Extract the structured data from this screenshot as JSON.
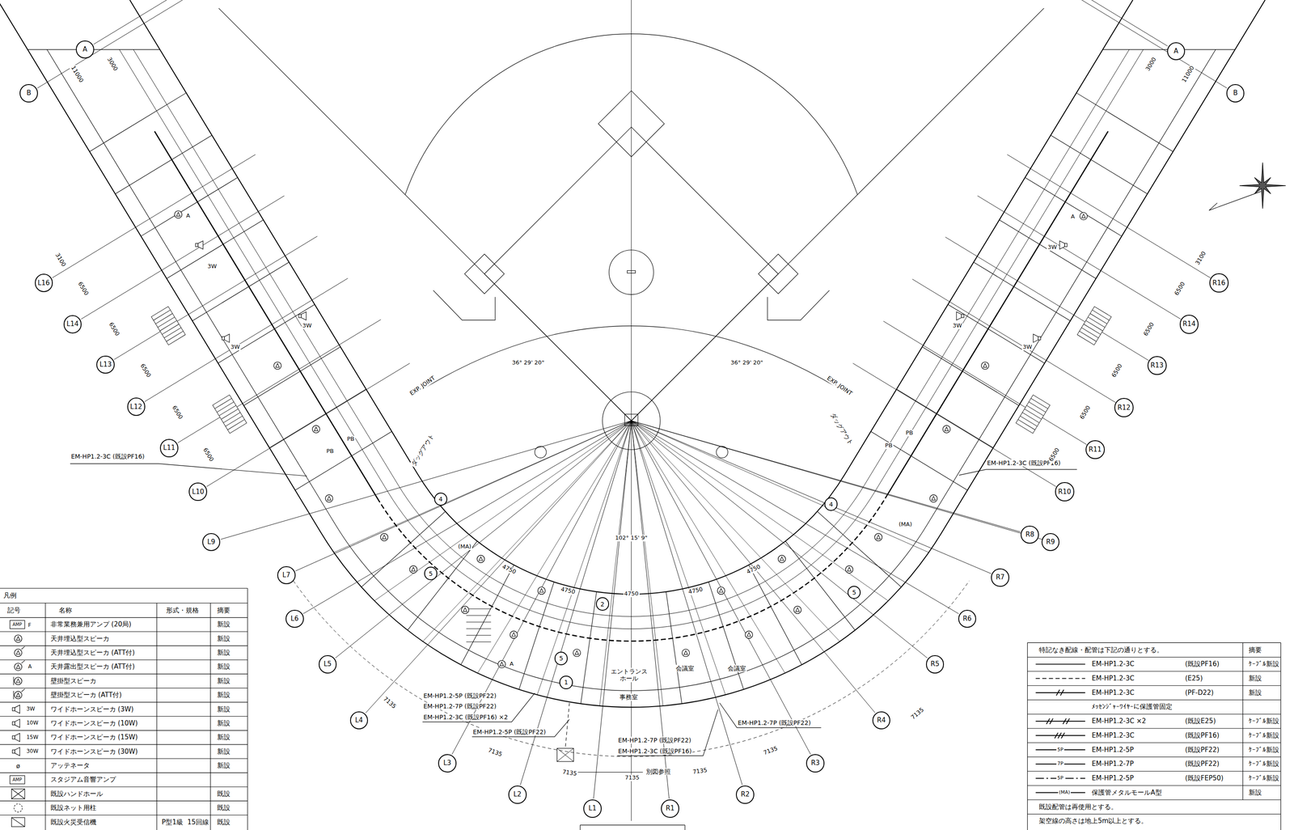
{
  "diagram": {
    "nodes": [
      {
        "text": [
          "A"
        ]
      },
      {
        "text": [
          "A"
        ]
      },
      {
        "text": [
          "B"
        ]
      },
      {
        "text": [
          "B"
        ]
      },
      {
        "text": [
          "L16"
        ]
      },
      {
        "text": [
          "R16"
        ]
      },
      {
        "text": [
          "L14"
        ]
      },
      {
        "text": [
          "R14"
        ]
      },
      {
        "text": [
          "L13"
        ]
      },
      {
        "text": [
          "R13"
        ]
      },
      {
        "text": [
          "L12"
        ]
      },
      {
        "text": [
          "R12"
        ]
      },
      {
        "text": [
          "L11"
        ]
      },
      {
        "text": [
          "R11"
        ]
      },
      {
        "text": [
          "L10"
        ]
      },
      {
        "text": [
          "R10"
        ]
      },
      {
        "text": [
          "4"
        ]
      },
      {
        "text": [
          "4"
        ]
      },
      {
        "text": [
          "R8"
        ]
      },
      {
        "text": [
          "L9"
        ]
      },
      {
        "text": [
          "R9"
        ]
      },
      {
        "text": [
          "5"
        ]
      },
      {
        "text": [
          "L7"
        ]
      },
      {
        "text": [
          "R7"
        ]
      },
      {
        "text": [
          "5"
        ]
      },
      {
        "text": [
          "2"
        ]
      },
      {
        "text": [
          "L6"
        ]
      },
      {
        "text": [
          "R6"
        ]
      },
      {
        "text": [
          "5"
        ]
      },
      {
        "text": [
          "L5"
        ]
      },
      {
        "text": [
          "R5"
        ]
      },
      {
        "text": [
          "1"
        ]
      },
      {
        "text": [
          "L4"
        ]
      },
      {
        "text": [
          "R4"
        ]
      },
      {
        "text": [
          "L3"
        ]
      },
      {
        "text": [
          "R3"
        ]
      },
      {
        "text": [
          "L2"
        ]
      },
      {
        "text": [
          "R2"
        ]
      },
      {
        "text": [
          "L1"
        ]
      },
      {
        "text": [
          "R1"
        ]
      }
    ],
    "labels": [
      "EM-HP1.2-3C (既設PF16)",
      "EM-HP1.2-3C (既設PF16)",
      "EM-HP1.2-5P (既設PF22)",
      "EM-HP1.2-7P (既設PF22)",
      "EM-HP1.2-3C (既設PF16) ×2",
      "EM-HP1.2-5P (既設PF22)",
      "EM-HP1.2-7P (既設PF22)",
      "EM-HP1.2-3C (既設PF16)",
      "EM-HP1.2-7P (既設PF22)",
      "別図参照",
      "エントランス ホール",
      "事務室",
      "会議室",
      "会議室",
      "ダッグアウト",
      "ダッグアウト",
      "EXP. JOINT",
      "EXP. JOINT",
      "36° 29' 20\"",
      "36° 29' 20\"",
      "102° 15' 9\"",
      "PB",
      "PB",
      "PB",
      "PB",
      "(MA)",
      "(MA)",
      "3W",
      "3W",
      "3W",
      "3W",
      "3W",
      "3W",
      "A",
      "A",
      "A",
      "4750",
      "4750",
      "4750",
      "4750",
      "4750",
      "7135",
      "7135",
      "7135",
      "7135",
      "7135",
      "7135",
      "7135",
      "3000",
      "3000",
      "11000",
      "11000",
      "3100",
      "3100",
      "6500",
      "6500",
      "6500",
      "6500",
      "6500",
      "6500",
      "6500",
      "6500",
      "6500",
      "6500",
      "凡例",
      "記号",
      "名称",
      "形式・規格",
      "摘要",
      "AMP",
      "F",
      "A",
      "3W",
      "10W",
      "15W",
      "30W",
      "ø",
      "AMP",
      "新設",
      "新設",
      "新設",
      "新設",
      "新設",
      "新設",
      "新設",
      "新設",
      "新設",
      "新設",
      "新設",
      "既設",
      "既設",
      "既設",
      "P型1級",
      "15回線",
      "特記なき配線・配管は下記の通りとする。",
      "摘要",
      "EM-HP1.2-3C",
      "(既設PF16)",
      "ｹｰﾌﾞﾙ新設",
      "EM-HP1.2-3C",
      "(E25)",
      "新設",
      "EM-HP1.2-3C",
      "(PF-D22)",
      "新設",
      "ﾒｯｾﾝｼﾞｬｰﾜｲﾔｰに保護管固定",
      "EM-HP1.2-3C ×2",
      "(既設E25)",
      "ｹｰﾌﾞﾙ新設",
      "EM-HP1.2-3C",
      "(既設PF16)",
      "ｹｰﾌﾞﾙ新設",
      "5P",
      "EM-HP1.2-5P",
      "(既設PF22)",
      "ｹｰﾌﾞﾙ新設",
      "7P",
      "EM-HP1.2-7P",
      "(既設PF22)",
      "ｹｰﾌﾞﾙ新設",
      "5P",
      "EM-HP1.2-5P",
      "(既設FEP50)",
      "ｹｰﾌﾞﾙ新設",
      "(MA)",
      "保護管メタルモールA型",
      "新設",
      "既設配管は再使用とする。",
      "架空線の高さは地上5m以上とする。"
    ],
    "legend": [
      {
        "text": "非常業務兼用アンプ (20局)"
      },
      {
        "text": "天井埋込型スピーカ"
      },
      {
        "text": "天井埋込型スピーカ (ATT付)"
      },
      {
        "text": "天井露出型スピーカ (ATT付)"
      },
      {
        "text": "壁掛型スピーカ"
      },
      {
        "text": "壁掛型スピーカ (ATT付)"
      },
      {
        "text": "ワイドホーンスピーカ (3W)"
      },
      {
        "text": "ワイドホーンスピーカ (10W)"
      },
      {
        "text": "ワイドホーンスピーカ (15W)"
      },
      {
        "text": "ワイドホーンスピーカ (30W)"
      },
      {
        "text": "アッテネータ"
      },
      {
        "text": "スタジアム音響アンプ"
      },
      {
        "text": "既設ハンドホール"
      },
      {
        "text": "既設ネット用柱"
      },
      {
        "text": "既設火災受信機"
      }
    ]
  }
}
